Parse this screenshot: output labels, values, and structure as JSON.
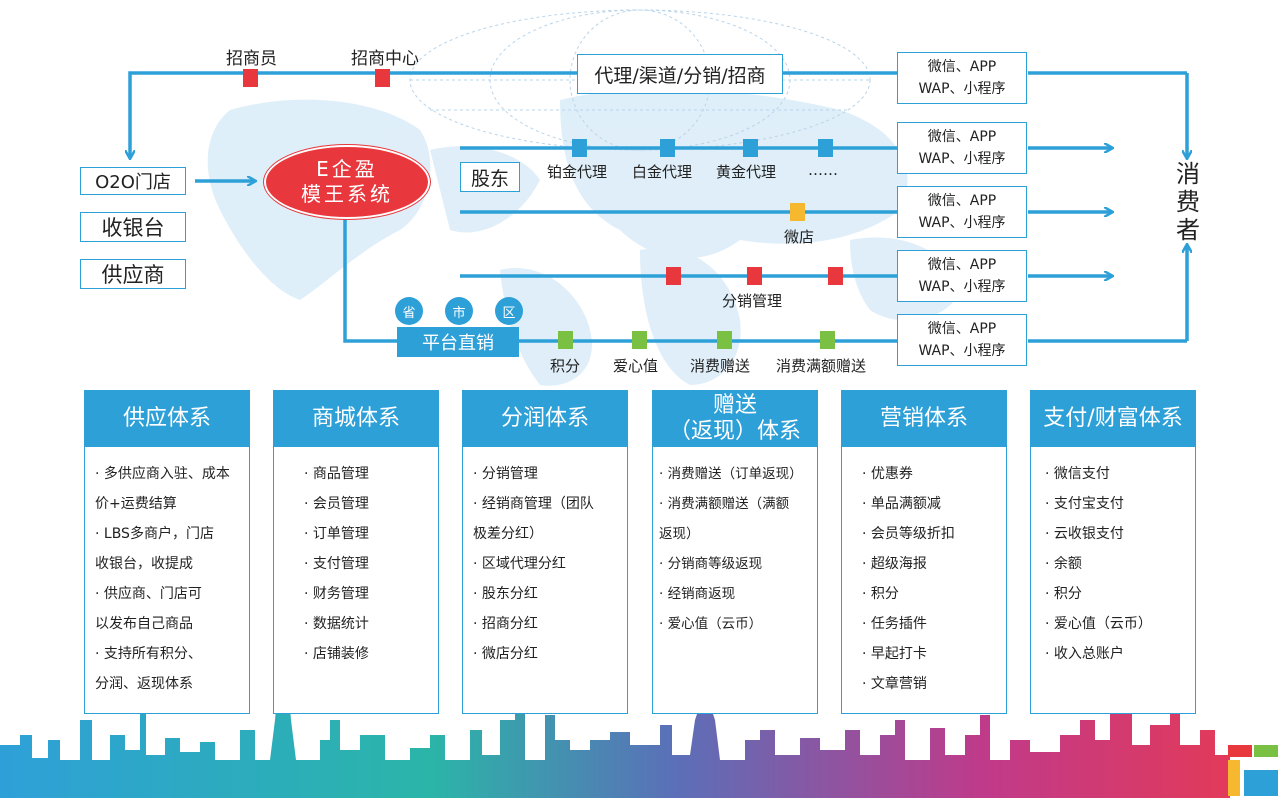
{
  "top_labels": {
    "recruiter": "招商员",
    "center": "招商中心"
  },
  "agency_box": "代理/渠道/分销/招商",
  "channels": [
    "微信、APP\nWAP、小程序",
    "微信、APP\nWAP、小程序",
    "微信、APP\nWAP、小程序",
    "微信、APP\nWAP、小程序",
    "微信、APP\nWAP、小程序"
  ],
  "left_boxes": {
    "o2o": "O2O门店",
    "cashier": "收银台",
    "supplier": "供应商"
  },
  "core": {
    "line1": "E企盈",
    "line2": "模王系统"
  },
  "shareholder": "股东",
  "agent_levels": [
    "铂金代理",
    "白金代理",
    "黄金代理",
    "……"
  ],
  "micro_shop": "微店",
  "distribution": "分销管理",
  "regions": [
    "省",
    "市",
    "区"
  ],
  "platform": "平台直销",
  "platform_items": [
    "积分",
    "爱心值",
    "消费赠送",
    "消费满额赠送"
  ],
  "consumer": "消费者",
  "colors": {
    "blue": "#2ea0d8",
    "red": "#e8383d",
    "yellow": "#f5b82e",
    "green": "#7ac143"
  },
  "panels": [
    {
      "title": "供应体系",
      "items": [
        "· 多供应商入驻、成本\n价+运费结算",
        "· LBS多商户，门店\n收银台，收提成",
        "· 供应商、门店可\n以发布自己商品",
        "· 支持所有积分、\n分润、返现体系"
      ]
    },
    {
      "title": "商城体系",
      "items": [
        "· 商品管理",
        "· 会员管理",
        "· 订单管理",
        "· 支付管理",
        "· 财务管理",
        "· 数据统计",
        "· 店铺装修"
      ]
    },
    {
      "title": "分润体系",
      "items": [
        "· 分销管理",
        "· 经销商管理（团队\n极差分红）",
        "· 区域代理分红",
        "· 股东分红",
        "· 招商分红",
        "· 微店分红"
      ]
    },
    {
      "title": "赠送\n（返现）体系",
      "items": [
        "· 消费赠送（订单返现）",
        "· 消费满额赠送（满额\n返现）",
        "· 分销商等级返现",
        "· 经销商返现",
        "· 爱心值（云币）"
      ]
    },
    {
      "title": "营销体系",
      "items": [
        "· 优惠券",
        "· 单品满额减",
        "· 会员等级折扣",
        "· 超级海报",
        "· 积分",
        "· 任务插件",
        "· 早起打卡",
        "· 文章营销"
      ]
    },
    {
      "title": "支付/财富体系",
      "items": [
        "· 微信支付",
        "· 支付宝支付",
        "· 云收银支付",
        "· 余额",
        "· 积分",
        "· 爱心值（云币）",
        "· 收入总账户"
      ]
    }
  ]
}
